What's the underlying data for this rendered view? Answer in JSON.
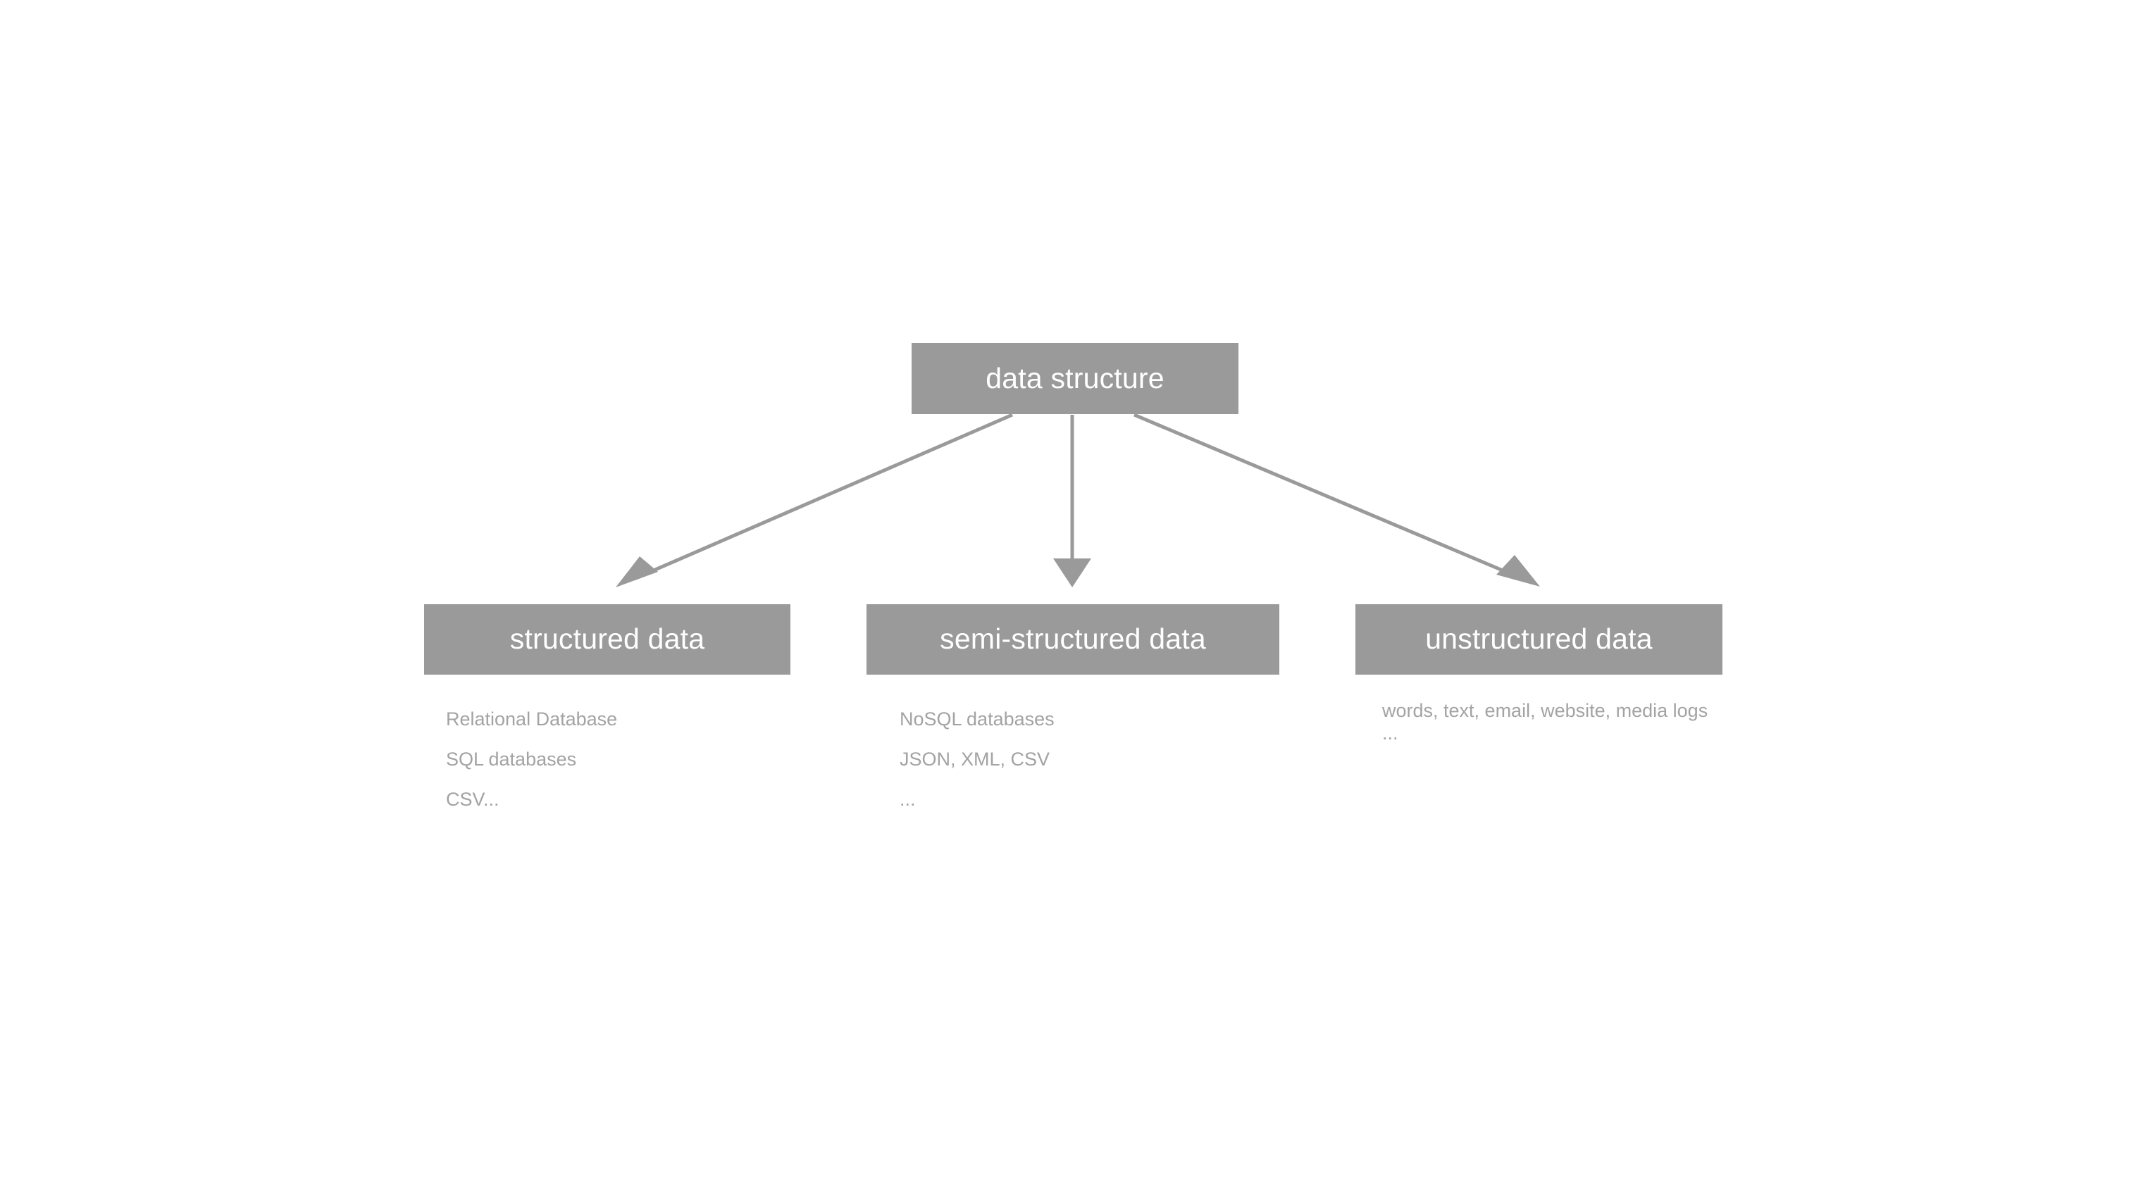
{
  "diagram": {
    "title_node": {
      "label": "data structure"
    },
    "branches": [
      {
        "label": "structured data",
        "captions": [
          "Relational Database",
          "SQL databases",
          "CSV..."
        ]
      },
      {
        "label": "semi-structured data",
        "captions": [
          "NoSQL databases",
          "JSON, XML, CSV",
          "..."
        ]
      },
      {
        "label": "unstructured data",
        "captions": [
          "words, text, email, website,  media logs",
          "..."
        ]
      }
    ],
    "colors": {
      "node_fill": "#9a9a9a",
      "node_text": "#ffffff",
      "caption_text": "#a3a3a3",
      "edge": "#9a9a9a",
      "background": "#ffffff"
    },
    "edges": [
      {
        "name": "root-to-structured",
        "arrow": "arrowhead-left"
      },
      {
        "name": "root-to-semi-structured",
        "arrow": "arrowhead-down"
      },
      {
        "name": "root-to-unstructured",
        "arrow": "arrowhead-right"
      }
    ]
  }
}
